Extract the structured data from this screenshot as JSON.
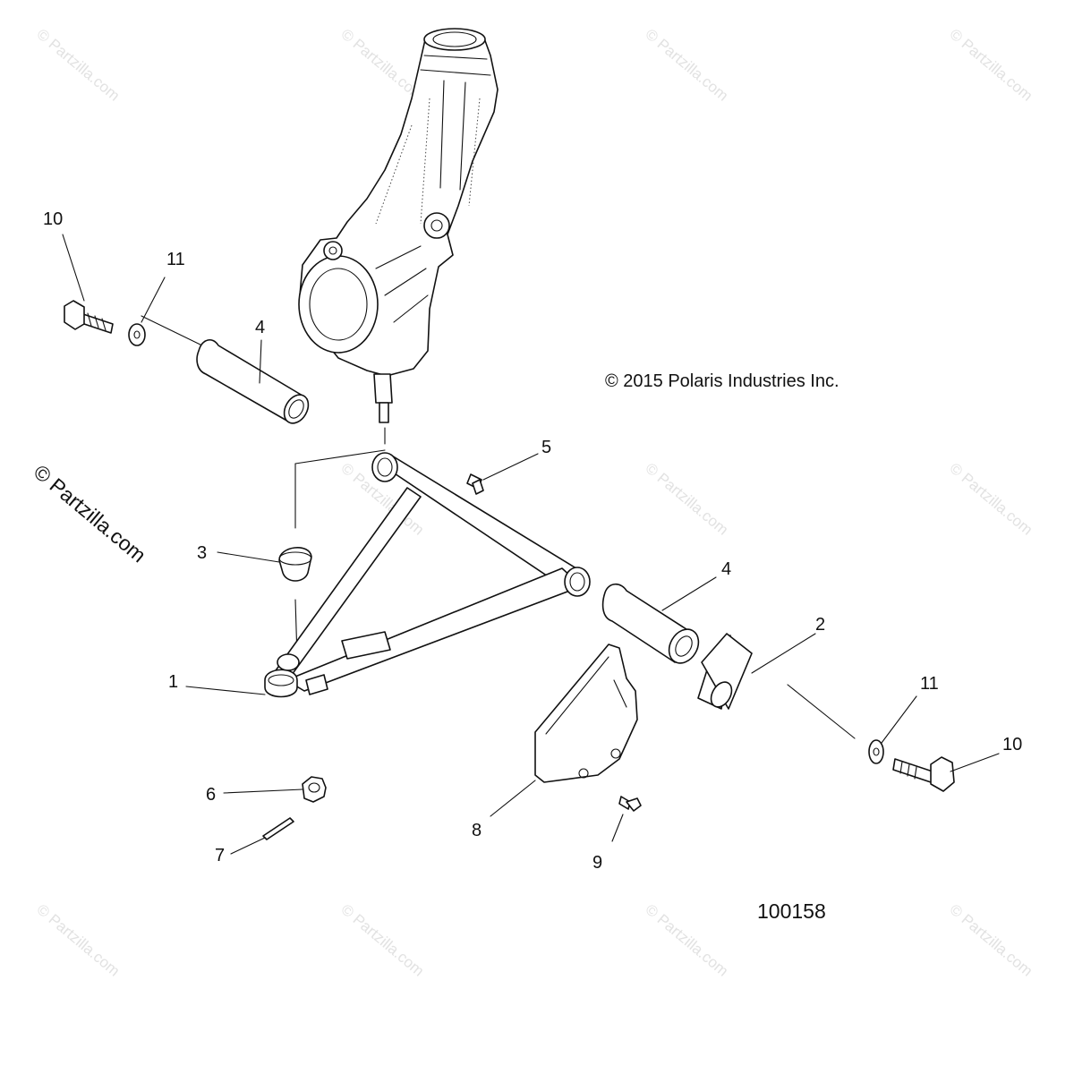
{
  "copyright": "© 2015 Polaris Industries Inc.",
  "reference_number": "100158",
  "watermark": {
    "faint": "© Partzilla.com",
    "prominent": "© Partzilla.com"
  },
  "callouts": {
    "c1": "1",
    "c2": "2",
    "c3": "3",
    "c4a": "4",
    "c4b": "4",
    "c5": "5",
    "c6": "6",
    "c7": "7",
    "c8": "8",
    "c9": "9",
    "c10a": "10",
    "c10b": "10",
    "c11a": "11",
    "c11b": "11"
  }
}
